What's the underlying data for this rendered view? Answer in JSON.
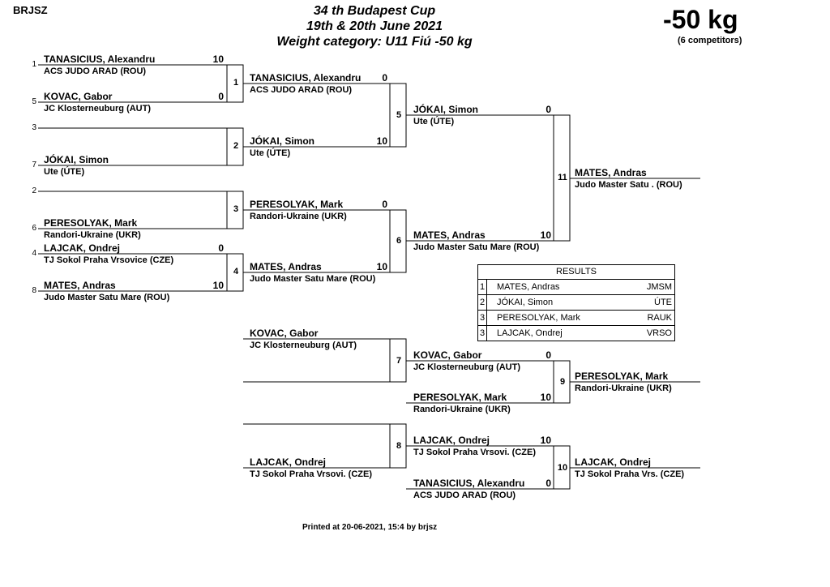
{
  "header": {
    "org": "BRJSZ",
    "title_line1": "34 th Budapest Cup",
    "title_line2": "19th & 20th June 2021",
    "title_line3": "Weight category: U11 Fiú -50 kg",
    "weight": "-50 kg",
    "competitors": "(6 competitors)"
  },
  "round1": [
    {
      "seed": "1",
      "name": "TANASICIUS, Alexandru",
      "club": "ACS JUDO ARAD (ROU)",
      "score": "10"
    },
    {
      "seed": "5",
      "name": "KOVAC, Gabor",
      "club": "JC Klosterneuburg (AUT)",
      "score": "0"
    },
    {
      "seed": "3",
      "name": "",
      "club": "",
      "score": ""
    },
    {
      "seed": "7",
      "name": "JÓKAI, Simon",
      "club": "Ute (ÚTE)",
      "score": ""
    },
    {
      "seed": "2",
      "name": "",
      "club": "",
      "score": ""
    },
    {
      "seed": "6",
      "name": "PERESOLYAK, Mark",
      "club": "Randori-Ukraine (UKR)",
      "score": ""
    },
    {
      "seed": "4",
      "name": "LAJCAK, Ondrej",
      "club": "TJ Sokol Praha Vrsovice (CZE)",
      "score": "0"
    },
    {
      "seed": "8",
      "name": "MATES, Andras",
      "club": "Judo Master Satu Mare (ROU)",
      "score": "10"
    }
  ],
  "round2": [
    {
      "name": "TANASICIUS, Alexandru",
      "club": "ACS JUDO ARAD (ROU)",
      "score": "0"
    },
    {
      "name": "JÓKAI, Simon",
      "club": "Ute (ÚTE)",
      "score": "10"
    },
    {
      "name": "PERESOLYAK, Mark",
      "club": "Randori-Ukraine (UKR)",
      "score": "0"
    },
    {
      "name": "MATES, Andras",
      "club": "Judo Master Satu Mare (ROU)",
      "score": "10"
    }
  ],
  "semis": [
    {
      "name": "JÓKAI, Simon",
      "club": "Ute (ÚTE)",
      "score": "0"
    },
    {
      "name": "MATES, Andras",
      "club": "Judo Master Satu Mare (ROU)",
      "score": "10"
    }
  ],
  "final_winner": {
    "name": "MATES, Andras",
    "club": "Judo Master Satu . (ROU)"
  },
  "repechage": {
    "r7_top": {
      "name": "KOVAC, Gabor",
      "club": "JC Klosterneuburg (AUT)"
    },
    "r8_bottom": {
      "name": "LAJCAK, Ondrej",
      "club": "TJ Sokol Praha Vrsovi. (CZE)"
    },
    "m9_top": {
      "name": "KOVAC, Gabor",
      "club": "JC Klosterneuburg (AUT)",
      "score": "0"
    },
    "m9_bottom": {
      "name": "PERESOLYAK, Mark",
      "club": "Randori-Ukraine (UKR)",
      "score": "10"
    },
    "m9_winner": {
      "name": "PERESOLYAK, Mark",
      "club": "Randori-Ukraine (UKR)"
    },
    "m10_top": {
      "name": "LAJCAK, Ondrej",
      "club": "TJ Sokol Praha Vrsovi. (CZE)",
      "score": "10"
    },
    "m10_bottom": {
      "name": "TANASICIUS, Alexandru",
      "club": "ACS JUDO ARAD (ROU)",
      "score": "0"
    },
    "m10_winner": {
      "name": "LAJCAK, Ondrej",
      "club": "TJ Sokol Praha Vrs. (CZE)"
    }
  },
  "match_numbers": [
    "1",
    "2",
    "3",
    "4",
    "5",
    "6",
    "7",
    "8",
    "9",
    "10",
    "11"
  ],
  "results": {
    "title": "RESULTS",
    "rows": [
      {
        "rank": "1",
        "name": "MATES, Andras",
        "code": "JMSM"
      },
      {
        "rank": "2",
        "name": "JÓKAI, Simon",
        "code": "ÚTE"
      },
      {
        "rank": "3",
        "name": "PERESOLYAK, Mark",
        "code": "RAUK"
      },
      {
        "rank": "3",
        "name": "LAJCAK, Ondrej",
        "code": "VRSO"
      }
    ]
  },
  "footer": "Printed at 20-06-2021, 15:4 by brjsz"
}
